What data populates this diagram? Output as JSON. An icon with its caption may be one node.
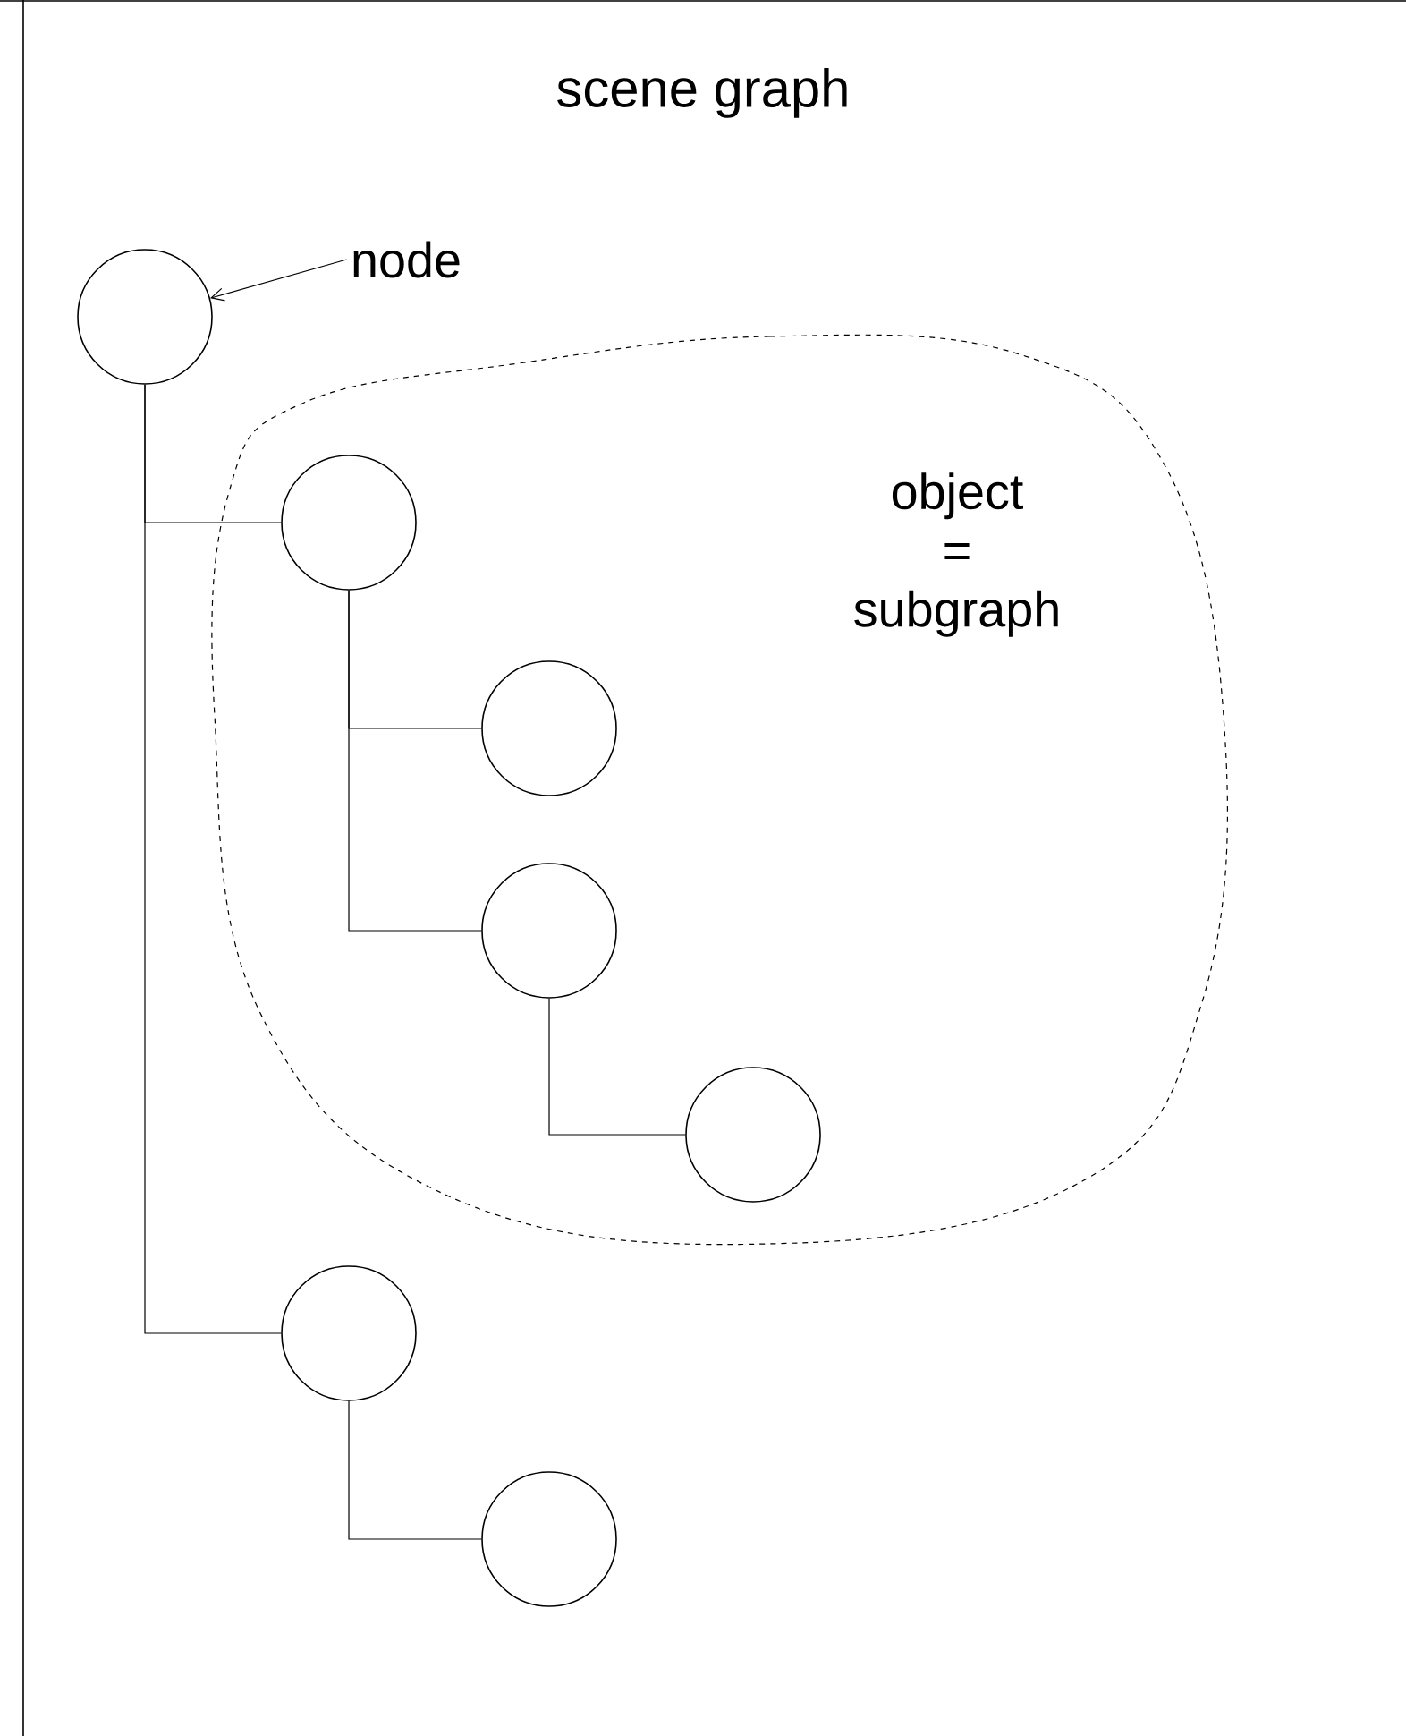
{
  "diagram": {
    "title": "scene graph",
    "nodes": [
      {
        "text": [],
        "shape": "circle"
      },
      {
        "text": [
          "object = subgraph"
        ]
      },
      {
        "text": [],
        "shape": "circle",
        "in": 1
      },
      {
        "text": [],
        "shape": "circle",
        "in": 1
      },
      {
        "text": [],
        "shape": "circle",
        "in": 1
      },
      {
        "text": [],
        "shape": "circle",
        "in": 1
      },
      {
        "text": [],
        "shape": "circle"
      },
      {
        "text": [],
        "shape": "circle"
      },
      {
        "text": [
          "node"
        ]
      }
    ],
    "edges": [
      {
        "from": 0,
        "to": 2,
        "arrow": "none"
      },
      {
        "from": 0,
        "to": 6,
        "arrow": "none"
      },
      {
        "from": 2,
        "to": 3,
        "arrow": "none"
      },
      {
        "from": 2,
        "to": 4,
        "arrow": "none"
      },
      {
        "from": 4,
        "to": 5,
        "arrow": "none"
      },
      {
        "from": 6,
        "to": 7,
        "arrow": "none"
      },
      {
        "from": 8,
        "to": 0,
        "arrow": "to"
      }
    ]
  }
}
